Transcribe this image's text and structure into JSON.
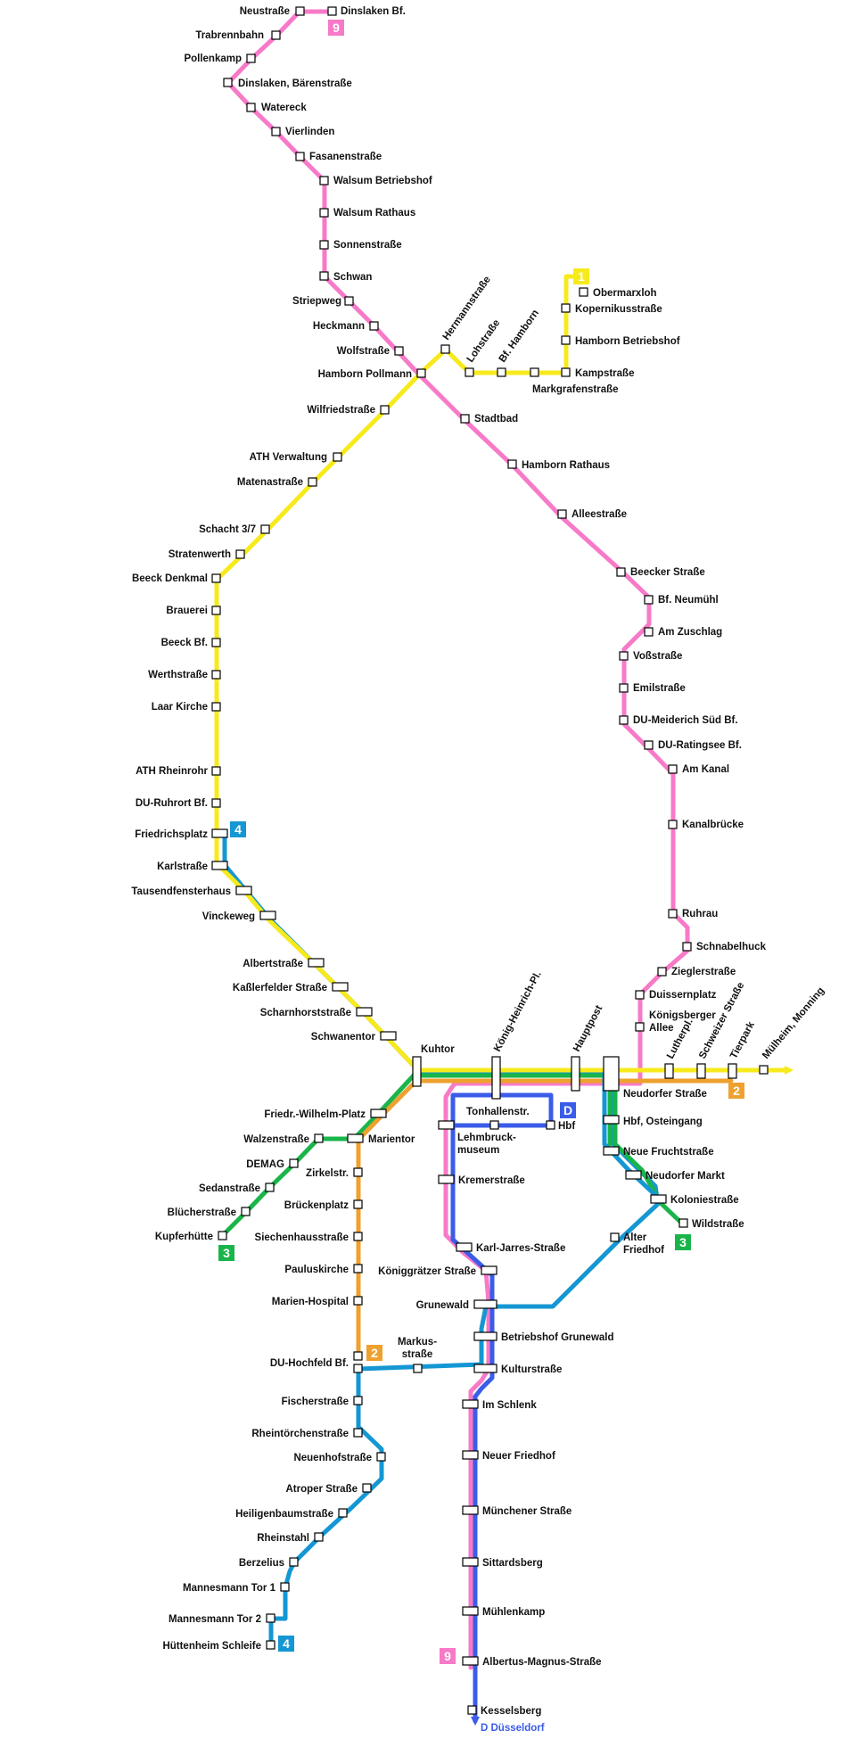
{
  "colors": {
    "line_1": "#f7ea1c",
    "line_2": "#eea12e",
    "line_3": "#19b54a",
    "line_4": "#1497d3",
    "line_9": "#f77ac8",
    "line_D": "#3b5ce8"
  },
  "lines": {
    "line_1": "1",
    "line_2": "2",
    "line_3": "3",
    "line_4": "4",
    "line_9": "9",
    "line_D": "D"
  },
  "destinations": {
    "duesseldorf": "D Düsseldorf"
  },
  "stations": {
    "neustrasse": "Neustraße",
    "dinslaken_bf": "Dinslaken Bf.",
    "trabrennbahn": "Trabrennbahn",
    "pollenkamp": "Pollenkamp",
    "dinslaken_baerenstrasse": "Dinslaken, Bärenstraße",
    "watereck": "Watereck",
    "vierlinden": "Vierlinden",
    "fasanenstrasse": "Fasanenstraße",
    "walsum_betriebshof": "Walsum Betriebshof",
    "walsum_rathaus": "Walsum Rathaus",
    "sonnenstrasse": "Sonnenstraße",
    "schwan": "Schwan",
    "striepweg": "Striepweg",
    "heckmann": "Heckmann",
    "wolfstrasse": "Wolfstraße",
    "hamborn_pollmann": "Hamborn Pollmann",
    "hermannstrasse": "Hermannstraße",
    "lohstrasse": "Lohstraße",
    "bf_hamborn": "Bf. Hamborn",
    "markgrafenstrasse": "Markgrafenstraße",
    "kampstrasse": "Kampstraße",
    "hamborn_betriebshof": "Hamborn Betriebshof",
    "kopernikusstrasse": "Kopernikusstraße",
    "obermarxloh": "Obermarxloh",
    "stadtbad": "Stadtbad",
    "hamborn_rathaus": "Hamborn Rathaus",
    "alleestrasse": "Alleestraße",
    "beecker_strasse": "Beecker Straße",
    "bf_neumuehl": "Bf. Neumühl",
    "am_zuschlag": "Am Zuschlag",
    "vossstrasse": "Voßstraße",
    "emilstrasse": "Emilstraße",
    "du_meiderich_sued": "DU-Meiderich Süd Bf.",
    "du_ratingsee": "DU-Ratingsee Bf.",
    "am_kanal": "Am Kanal",
    "kanalbruecke": "Kanalbrücke",
    "ruhrau": "Ruhrau",
    "schnabelhuck": "Schnabelhuck",
    "zieglerstrasse": "Zieglerstraße",
    "duissernplatz": "Duissernplatz",
    "koenigsberger_allee_1": "Königsberger",
    "koenigsberger_allee_2": "Allee",
    "wilfriedstrasse": "Wilfriedstraße",
    "ath_verwaltung": "ATH Verwaltung",
    "matenastrasse": "Matenastraße",
    "schacht_37": "Schacht 3/7",
    "stratenwerth": "Stratenwerth",
    "beeck_denkmal": "Beeck Denkmal",
    "brauerei": "Brauerei",
    "beeck_bf": "Beeck Bf.",
    "werthstrasse": "Werthstraße",
    "laar_kirche": "Laar Kirche",
    "ath_rheinrohr": "ATH Rheinrohr",
    "du_ruhrort_bf": "DU-Ruhrort Bf.",
    "friedrichsplatz": "Friedrichsplatz",
    "karlstrasse": "Karlstraße",
    "tausendfensterhaus": "Tausendfensterhaus",
    "vinckeweg": "Vinckeweg",
    "albertstrasse": "Albertstraße",
    "kasslerfelder_strasse": "Kaßlerfelder Straße",
    "scharnhorststrasse": "Scharnhorststraße",
    "schwanentor": "Schwanentor",
    "kuhtor": "Kuhtor",
    "koenig_heinrich_pl": "König-Heinrich-Pl.",
    "hauptpost": "Hauptpost",
    "lutherpl": "Lutherpl.",
    "schweizer_strasse": "Schweizer Straße",
    "tierpark": "Tierpark",
    "muelheim_monning": "Mülheim, Monning",
    "neudorfer_strasse": "Neudorfer Straße",
    "hbf_osteingang": "Hbf, Osteingang",
    "neue_fruchtstrasse": "Neue Fruchtstraße",
    "neudorfer_markt": "Neudorfer Markt",
    "koloniestrasse": "Koloniestraße",
    "wildstrasse": "Wildstraße",
    "alter_friedhof_1": "Alter",
    "alter_friedhof_2": "Friedhof",
    "tonhallenstr": "Tonhallenstr.",
    "hbf": "Hbf",
    "lehmbruck_1": "Lehmbruck-",
    "lehmbruck_2": "museum",
    "kremerstrasse": "Kremerstraße",
    "karl_jarres_strasse": "Karl-Jarres-Straße",
    "koeniggraetzer_strasse": "Königgrätzer Straße",
    "grunewald": "Grunewald",
    "betriebshof_grunewald": "Betriebshof Grunewald",
    "kulturstrasse": "Kulturstraße",
    "im_schlenk": "Im Schlenk",
    "neuer_friedhof": "Neuer Friedhof",
    "muenchener_strasse": "Münchener Straße",
    "sittardsberg": "Sittardsberg",
    "muehlenkamp": "Mühlenkamp",
    "albertus_magnus": "Albertus-Magnus-Straße",
    "kesselsberg": "Kesselsberg",
    "friedr_wilhelm_platz": "Friedr.-Wilhelm-Platz",
    "walzenstrasse": "Walzenstraße",
    "marientor": "Marientor",
    "demag": "DEMAG",
    "sedanstrasse": "Sedanstraße",
    "bluecherstrasse": "Blücherstraße",
    "kupferhuette": "Kupferhütte",
    "zirkelstr": "Zirkelstr.",
    "brueckenplatz": "Brückenplatz",
    "siechenhausstrasse": "Siechenhausstraße",
    "pauluskirche": "Pauluskirche",
    "marien_hospital": "Marien-Hospital",
    "du_hochfeld_bf": "DU-Hochfeld Bf.",
    "markusstrasse_1": "Markus-",
    "markusstrasse_2": "straße",
    "fischerstrasse": "Fischerstraße",
    "rheintoerchenstrasse": "Rheintörchenstraße",
    "neuenhofstrasse": "Neuenhofstraße",
    "atroper_strasse": "Atroper Straße",
    "heiligenbaumstrasse": "Heiligenbaumstraße",
    "rheinstahl": "Rheinstahl",
    "berzelius": "Berzelius",
    "mannesmann_tor_1": "Mannesmann Tor 1",
    "mannesmann_tor_2": "Mannesmann Tor 2",
    "huettenheim_schleife": "Hüttenheim Schleife"
  }
}
